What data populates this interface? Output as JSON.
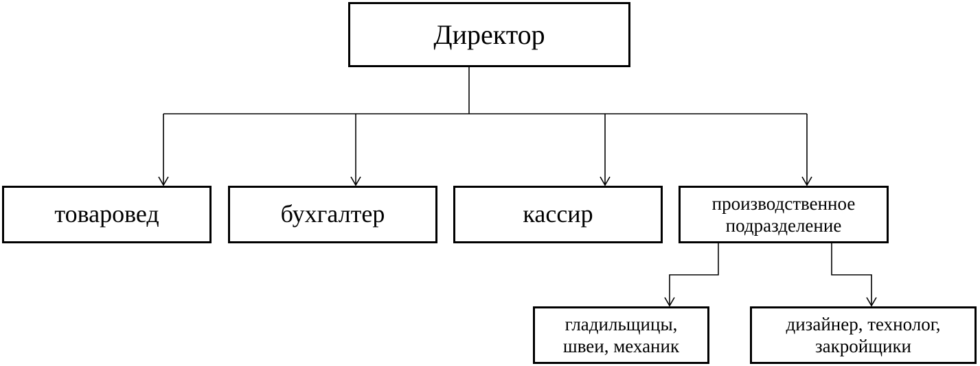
{
  "diagram": {
    "nodes": {
      "director": {
        "label": "Директор"
      },
      "merchandiser": {
        "label": "товаровед"
      },
      "accountant": {
        "label": "бухгалтер"
      },
      "cashier": {
        "label": "кассир"
      },
      "production": {
        "line1": "производственное",
        "line2": "подразделение"
      },
      "ironers": {
        "line1": "гладильщицы,",
        "line2": "швеи, механик"
      },
      "designers": {
        "line1": "дизайнер, технолог,",
        "line2": "закройщики"
      }
    },
    "edges": [
      {
        "from": "director",
        "to": "merchandiser"
      },
      {
        "from": "director",
        "to": "accountant"
      },
      {
        "from": "director",
        "to": "cashier"
      },
      {
        "from": "director",
        "to": "production"
      },
      {
        "from": "production",
        "to": "ironers"
      },
      {
        "from": "production",
        "to": "designers"
      }
    ],
    "colors": {
      "line": "#000000",
      "box_border": "#000000",
      "background": "#ffffff"
    }
  }
}
